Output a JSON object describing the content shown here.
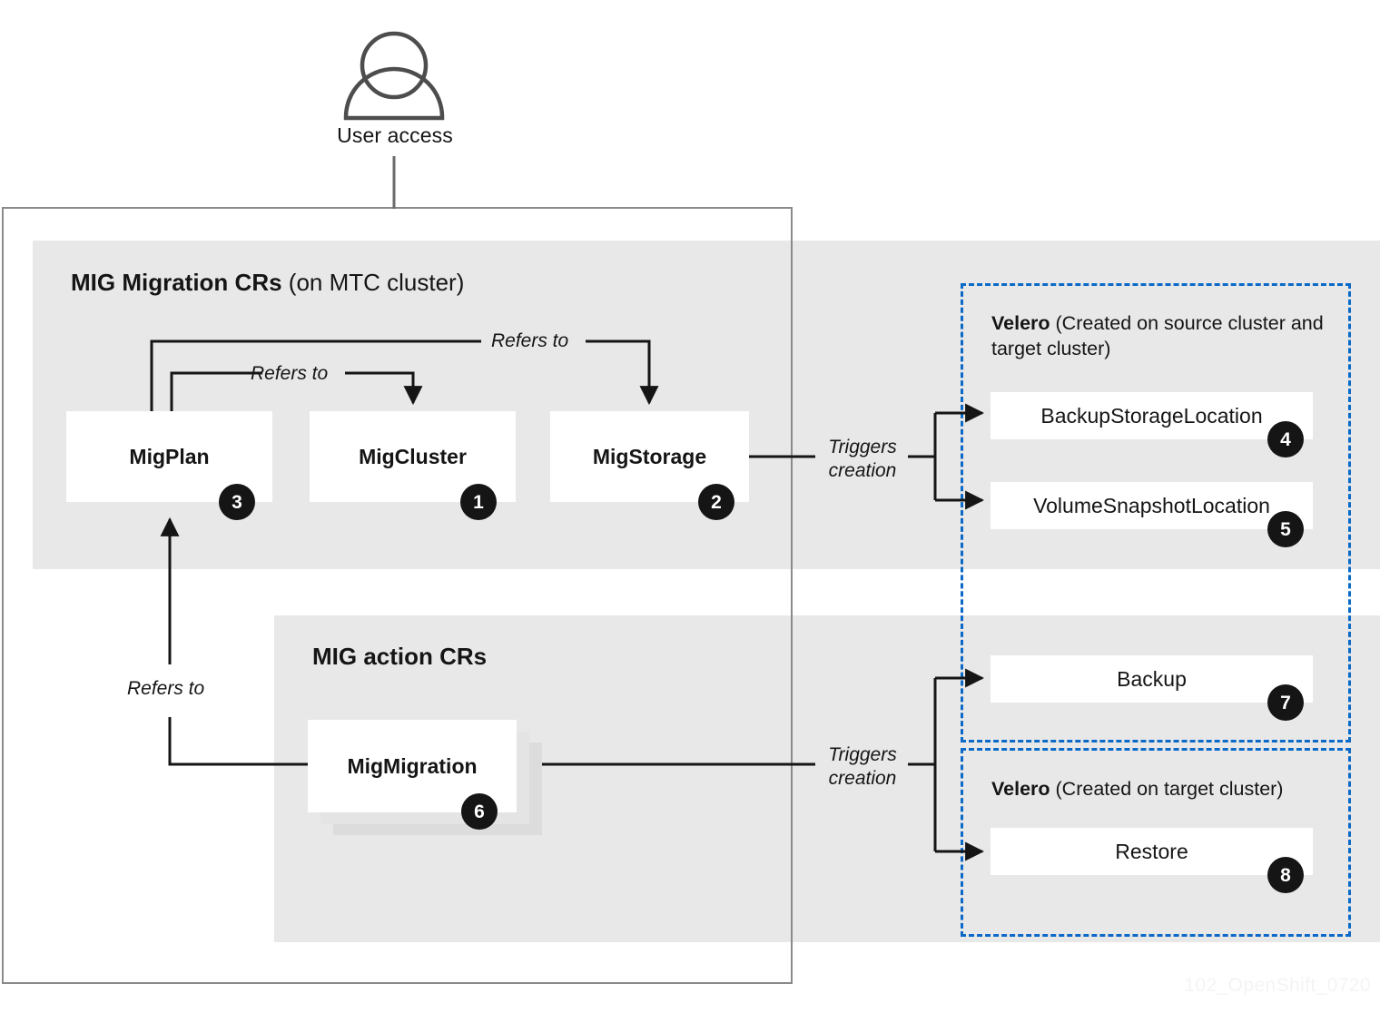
{
  "diagram": {
    "watermark": "102_OpenShift_0720",
    "actor": {
      "label": "User access",
      "icon": "user-icon"
    },
    "colors": {
      "panel_gray": "#e8e8e8",
      "node_white": "#ffffff",
      "badge_black": "#151515",
      "dashed_blue": "#0b69c7",
      "outline_gray": "#8a8a8a",
      "text": "#151515"
    },
    "panels": [
      {
        "id": "mig-migration-crs",
        "title_bold": "MIG Migration CRs",
        "title_rest": " (on MTC cluster)"
      },
      {
        "id": "mig-action-crs",
        "title_bold": "MIG action CRs",
        "title_rest": ""
      }
    ],
    "velero_groups": [
      {
        "id": "velero-source-target",
        "title_bold": "Velero",
        "title_rest": " (Created on source cluster and target cluster)"
      },
      {
        "id": "velero-target",
        "title_bold": "Velero",
        "title_rest": " (Created on target cluster)"
      }
    ],
    "nodes": [
      {
        "id": "migcluster",
        "label": "MigCluster",
        "badge": "1",
        "bold": true,
        "group": "mig-migration-crs"
      },
      {
        "id": "migstorage",
        "label": "MigStorage",
        "badge": "2",
        "bold": true,
        "group": "mig-migration-crs"
      },
      {
        "id": "migplan",
        "label": "MigPlan",
        "badge": "3",
        "bold": true,
        "group": "mig-migration-crs"
      },
      {
        "id": "backupstoragelocation",
        "label": "BackupStorageLocation",
        "badge": "4",
        "bold": false,
        "group": "velero-source-target"
      },
      {
        "id": "volumesnapshotlocation",
        "label": "VolumeSnapshotLocation",
        "badge": "5",
        "bold": false,
        "group": "velero-source-target"
      },
      {
        "id": "migmigration",
        "label": "MigMigration",
        "badge": "6",
        "bold": true,
        "group": "mig-action-crs"
      },
      {
        "id": "backup",
        "label": "Backup",
        "badge": "7",
        "bold": false,
        "group": "velero-source-target"
      },
      {
        "id": "restore",
        "label": "Restore",
        "badge": "8",
        "bold": false,
        "group": "velero-target"
      }
    ],
    "edges": [
      {
        "id": "migplan-to-migcluster",
        "label": "Refers to"
      },
      {
        "id": "migplan-to-migstorage",
        "label": "Refers to"
      },
      {
        "id": "migmigration-to-migplan",
        "label": "Refers to"
      },
      {
        "id": "migstorage-triggers",
        "label": "Triggers\ncreation",
        "line1": "Triggers",
        "line2": "creation"
      },
      {
        "id": "migmigration-triggers",
        "label": "Triggers\ncreation",
        "line1": "Triggers",
        "line2": "creation"
      }
    ]
  }
}
